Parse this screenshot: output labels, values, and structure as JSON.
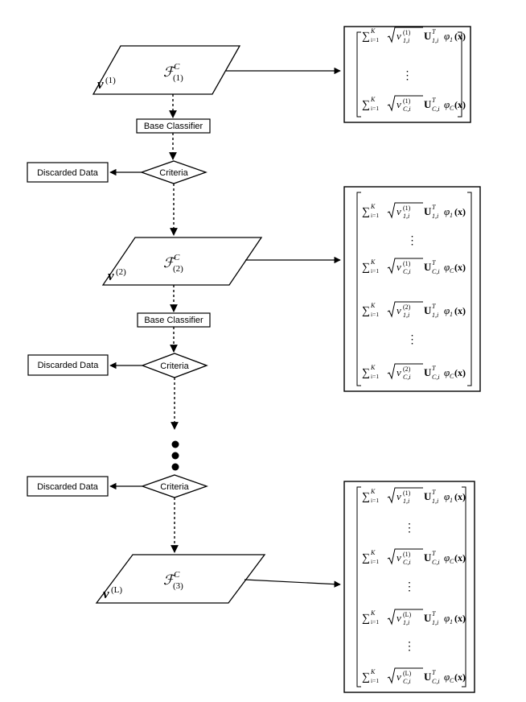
{
  "labels": {
    "base_classifier": "Base Classifier",
    "criteria": "Criteria",
    "discarded_data": "Discarded Data",
    "vdots": "⋮"
  },
  "stages": [
    {
      "nu_sup": "(1)",
      "f_sub": "(1)"
    },
    {
      "nu_sup": "(2)",
      "f_sub": "(2)"
    },
    {
      "nu_sup": "(L)",
      "f_sub": "(3)"
    }
  ],
  "math": {
    "nu": "ν",
    "f_script": "ℱ",
    "f_sup": "C",
    "sum": "∑",
    "sum_lower": "i=1",
    "sum_upper": "K",
    "sqrt": "√",
    "nu_sym": "ν",
    "u_bold": "U",
    "u_sup": "T",
    "phi": "φ",
    "x": "(x)"
  },
  "output_boxes": [
    {
      "rows": [
        {
          "type": "term",
          "level": "(1)",
          "cls": "1",
          "phi": "1"
        },
        {
          "type": "dots"
        },
        {
          "type": "term",
          "level": "(1)",
          "cls": "C",
          "phi": "C"
        }
      ]
    },
    {
      "rows": [
        {
          "type": "term",
          "level": "(1)",
          "cls": "1",
          "phi": "1"
        },
        {
          "type": "dots"
        },
        {
          "type": "term",
          "level": "(1)",
          "cls": "C",
          "phi": "C"
        },
        {
          "type": "term",
          "level": "(2)",
          "cls": "1",
          "phi": "1"
        },
        {
          "type": "dots"
        },
        {
          "type": "term",
          "level": "(2)",
          "cls": "C",
          "phi": "C"
        }
      ]
    },
    {
      "rows": [
        {
          "type": "term",
          "level": "(1)",
          "cls": "1",
          "phi": "1"
        },
        {
          "type": "dots"
        },
        {
          "type": "term",
          "level": "(1)",
          "cls": "C",
          "phi": "C"
        },
        {
          "type": "dots"
        },
        {
          "type": "term",
          "level": "(L)",
          "cls": "1",
          "phi": "1"
        },
        {
          "type": "dots"
        },
        {
          "type": "term",
          "level": "(L)",
          "cls": "C",
          "phi": "C"
        }
      ]
    }
  ]
}
